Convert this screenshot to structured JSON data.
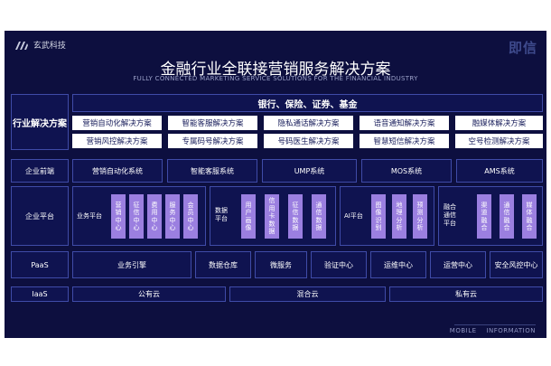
{
  "brand": {
    "name": "玄武科技"
  },
  "logo_right": "即信",
  "title": "金融行业全联接营销服务解决方案",
  "subtitle": "FULLY CONNECTED MARKETING SERVICE SOLUTIONS FOR THE FINANCIAL INDUSTRY",
  "industry": {
    "label": "行业解决方案",
    "header": "银行、保险、证券、基金",
    "row1": [
      "营销自动化解决方案",
      "智能客服解决方案",
      "隐私通话解决方案",
      "语音通知解决方案",
      "融媒体解决方案"
    ],
    "row2": [
      "营销风控解决方案",
      "专属码号解决方案",
      "号码医生解决方案",
      "智慧短信解决方案",
      "空号检测解决方案"
    ]
  },
  "frontend": {
    "label": "企业前端",
    "items": [
      "营销自动化系统",
      "智能客服系统",
      "UMP系统",
      "MOS系统",
      "AMS系统"
    ]
  },
  "platform": {
    "label": "企业平台",
    "groups": [
      {
        "label": "业务平台",
        "chips": [
          "营销中心",
          "征信中心",
          "费用中心",
          "服务中心",
          "会员中心"
        ]
      },
      {
        "label": "数据平台",
        "chips": [
          "用户画像",
          "信用卡数据",
          "征信数据",
          "通信数据"
        ]
      },
      {
        "label": "AI平台",
        "chips": [
          "图像识别",
          "地理分析",
          "预测分析"
        ]
      },
      {
        "label": "融合通信平台",
        "chips": [
          "渠道融合",
          "通信融合",
          "媒体融合"
        ]
      }
    ]
  },
  "paas": {
    "label": "PaaS",
    "items": [
      "业务引擎",
      "数据仓库",
      "微服务",
      "验证中心",
      "运维中心",
      "运营中心",
      "安全风控中心"
    ]
  },
  "iaas": {
    "label": "IaaS",
    "items": [
      "公有云",
      "混合云",
      "私有云"
    ]
  },
  "footer": "MOBILE    INFORMATION"
}
